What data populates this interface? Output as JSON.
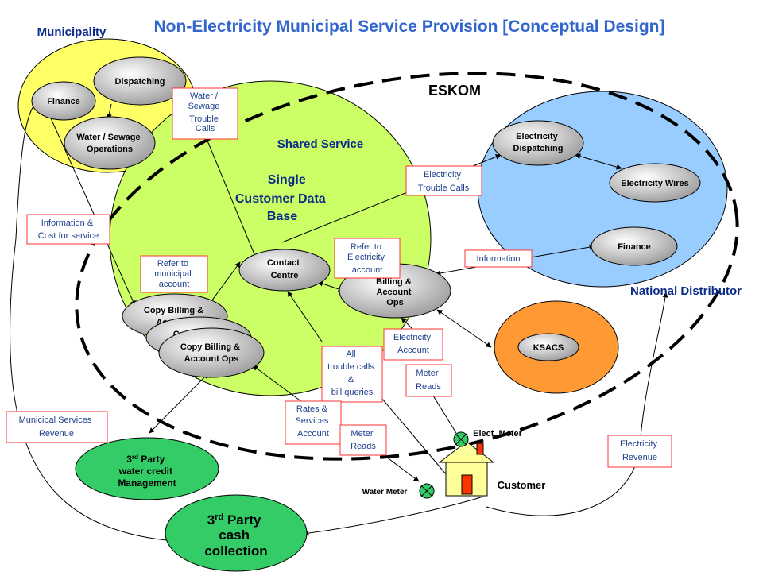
{
  "title": "Non-Electricity Municipal Service Provision [Conceptual Design]",
  "regions": {
    "municipality": "Municipality",
    "eskom": "ESKOM",
    "shared_service": "Shared Service",
    "single_db": [
      "Single",
      "Customer Data",
      "Base"
    ],
    "national_distributor": "National Distributor"
  },
  "nodes": {
    "dispatching": "Dispatching",
    "finance_muni": "Finance",
    "water_sewage_ops": [
      "Water  / Sewage",
      "Operations"
    ],
    "contact_centre": [
      "Contact",
      "Centre"
    ],
    "billing_ops": [
      "Billing &",
      "Account",
      "Ops"
    ],
    "copy_billing_1": [
      "Copy Billing &",
      "Acco"
    ],
    "copy_billing_2": "Copy B",
    "copy_billing_3": [
      "Copy Billing &",
      "Account Ops"
    ],
    "elec_dispatching": [
      "Electricity",
      "Dispatching"
    ],
    "elec_wires": "Electricity Wires",
    "finance_eskom": "Finance",
    "ksacs": "KSACS",
    "third_party_water": [
      "3",
      "rd",
      " Party",
      "water credit",
      "Management"
    ],
    "third_party_cash": [
      "3",
      "rd",
      " Party",
      "cash",
      "collection"
    ],
    "customer": "Customer",
    "elect_meter": "Elect. Meter",
    "water_meter": "Water  Meter"
  },
  "labels": {
    "water_sewage_calls": [
      "Water /",
      "Sewage",
      "Trouble",
      "Calls"
    ],
    "elec_trouble_calls": [
      "Electricity",
      "Trouble Calls"
    ],
    "info_cost": [
      "Information &",
      "Cost for service"
    ],
    "refer_municipal": [
      "Refer to",
      "municipal",
      "account"
    ],
    "refer_electricity": [
      "Refer to",
      "Electricity",
      "account"
    ],
    "information": "Information",
    "elec_account": [
      "Electricity",
      "Account"
    ],
    "all_trouble": [
      "All",
      "trouble calls",
      "&",
      "bill queries"
    ],
    "meter_reads_1": [
      "Meter",
      "Reads"
    ],
    "rates_services": [
      "Rates &",
      "Services",
      "Account"
    ],
    "meter_reads_2": [
      "Meter",
      "Reads"
    ],
    "muni_revenue": [
      "Municipal Services",
      "Revenue"
    ],
    "elec_revenue": [
      "Electricity",
      "Revenue"
    ]
  },
  "colors": {
    "title": "#3366cc",
    "region_text": "#0b2a8a",
    "municipality_fill": "#ffff66",
    "shared_fill": "#ccff66",
    "eskom_fill": "#99ccff",
    "ksacs_fill": "#ff9933",
    "third_party_fill": "#33cc66",
    "label_border": "#ff3333",
    "label_text": "#1f3f8f"
  }
}
